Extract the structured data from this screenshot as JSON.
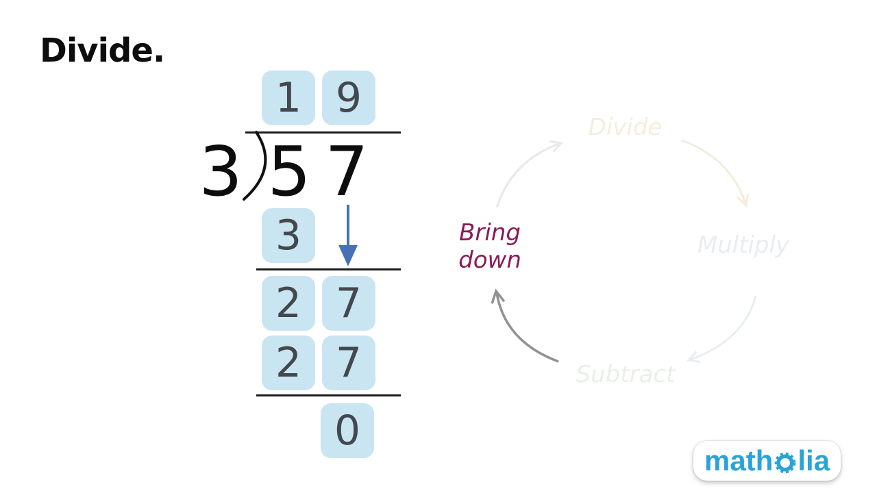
{
  "title": "Divide.",
  "division": {
    "divisor": "3",
    "dividend": [
      "5",
      "7"
    ],
    "quotient": [
      "1",
      "9"
    ],
    "work_row_1": [
      "3"
    ],
    "work_row_2": [
      "2",
      "7"
    ],
    "work_row_3": [
      "2",
      "7"
    ],
    "remainder_row": [
      "0"
    ]
  },
  "annotation": {
    "line1": "Bring",
    "line2": "down",
    "color": "#8b1b57"
  },
  "cycle": {
    "divide_label": "Divide",
    "multiply_label": "Multiply",
    "subtract_label": "Subtract",
    "active_step": "Bring down",
    "colors": {
      "divide_label": "#f4eedd",
      "multiply_label": "#e8ecf4",
      "subtract_label": "#eaefe9",
      "inactive_arrow_1": "#e8e8e8",
      "inactive_arrow_2": "#f2ecdc",
      "inactive_arrow_3": "#e8edf3",
      "active_arrow": "#8f9194"
    }
  },
  "logo": {
    "full_text": "matholia",
    "text_start": "math",
    "text_end": "lia",
    "brand_color": "#29a4d9"
  },
  "colors": {
    "box_fill": "#c9e5f1",
    "box_digit": "#43484e",
    "big_digit": "#0d0d0d",
    "bring_down_arrow": "#4671b5",
    "background": "#ffffff"
  }
}
